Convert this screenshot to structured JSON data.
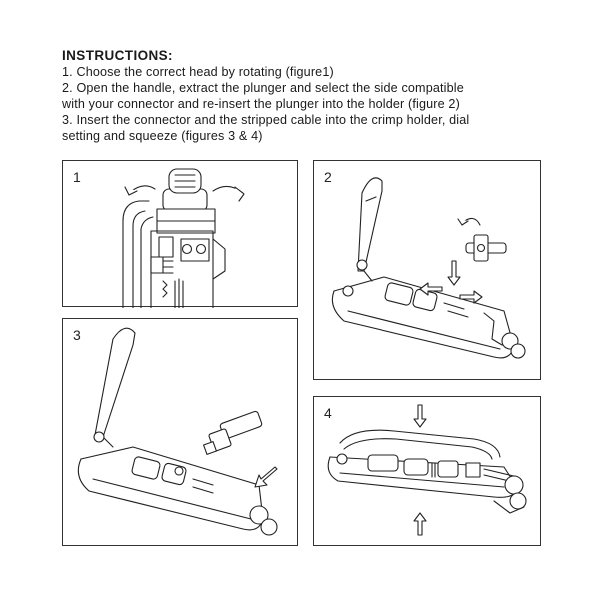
{
  "instructions": {
    "heading": "INSTRUCTIONS:",
    "lines": [
      "1. Choose the correct head by rotating (figure1)",
      "2. Open the handle, extract the plunger and select the side compatible",
      "with your connector and re-insert the plunger into the holder (figure 2)",
      "3. Insert the connector and the stripped cable into the crimp holder, dial",
      "setting and squeeze (figures 3 & 4)"
    ]
  },
  "figures": [
    {
      "number": "1"
    },
    {
      "number": "2"
    },
    {
      "number": "3"
    },
    {
      "number": "4"
    }
  ]
}
